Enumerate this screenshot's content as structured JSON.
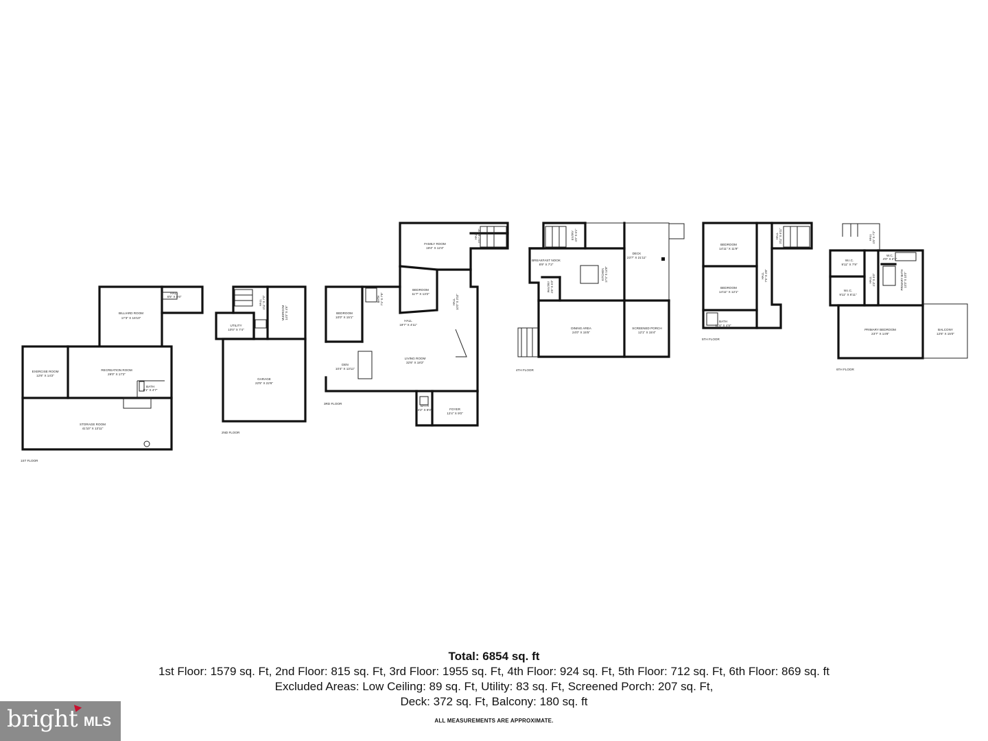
{
  "floors": {
    "f1": {
      "label": "1ST FLOOR",
      "rooms": {
        "billiard": {
          "name": "BILLIARD ROOM",
          "dim": "17'3\" X 16'10\""
        },
        "hall": {
          "name": "HALL",
          "dim": "6'5\" X 4'6\""
        },
        "exercise": {
          "name": "EXERCISE ROOM",
          "dim": "12'6\" X 14'2\""
        },
        "recreation": {
          "name": "RECREATION ROOM",
          "dim": "29'0\" X 17'2\""
        },
        "bath": {
          "name": "BATH",
          "dim": "8'1\" X 4'7\""
        },
        "storage": {
          "name": "STORAGE ROOM",
          "dim": "41'10\" X 13'11\""
        }
      }
    },
    "f2": {
      "label": "2ND FLOOR",
      "rooms": {
        "hall": {
          "name": "HALL",
          "dim": "4'11\" X 7'0\""
        },
        "mudroom": {
          "name": "MUDROOM",
          "dim": "14'0\" X 4'6\""
        },
        "utility": {
          "name": "UTILITY",
          "dim": "10'0\" X 7'4\""
        },
        "garage": {
          "name": "GARAGE",
          "dim": "22'5\" X 22'6\""
        }
      }
    },
    "f3": {
      "label": "3RD FLOOR",
      "rooms": {
        "family": {
          "name": "FAMILY ROOM",
          "dim": "19'4\" X 12'4\""
        },
        "hall_top": {
          "name": "HALL",
          "dim": "3'11\" X 5'0\""
        },
        "bedroom_a": {
          "name": "BEDROOM",
          "dim": "11'7\" X 13'2\""
        },
        "hall_side": {
          "name": "HALL",
          "dim": "10'0\" X 3'10\""
        },
        "bath_a": {
          "name": "BATH",
          "dim": "7'4\" X 7'9\""
        },
        "bedroom_b": {
          "name": "BEDROOM",
          "dim": "10'0\" X 15'1\""
        },
        "hall_mid": {
          "name": "HALL",
          "dim": "19'7\" X 4'11\""
        },
        "den": {
          "name": "DEN",
          "dim": "10'4\" X 13'11\""
        },
        "living": {
          "name": "LIVING ROOM",
          "dim": "32'6\" X 18'2\""
        },
        "bath_b": {
          "name": "BATH",
          "dim": "4'2\" X 9'0\""
        },
        "foyer": {
          "name": "FOYER",
          "dim": "12'4\" X 9'0\""
        }
      }
    },
    "f4": {
      "label": "4TH FLOOR",
      "rooms": {
        "entry": {
          "name": "ENTRY",
          "dim": "4'0\" X 6'1\""
        },
        "nook": {
          "name": "BREAKFAST NOOK",
          "dim": "8'9\" X 7'2\""
        },
        "kitchen": {
          "name": "KITCHEN",
          "dim": "17'4\" X 14'8\""
        },
        "pantry": {
          "name": "PANTRY",
          "dim": "4'6\" X 5'3\""
        },
        "deck": {
          "name": "DECK",
          "dim": "23'7\" X 21'11\""
        },
        "dining": {
          "name": "DINING AREA",
          "dim": "24'0\" X 15'5\""
        },
        "porch": {
          "name": "SCREENED PORCH",
          "dim": "12'1\" X 15'4\""
        }
      }
    },
    "f5": {
      "label": "5TH FLOOR",
      "rooms": {
        "bedroom_a": {
          "name": "BEDROOM",
          "dim": "14'11\" X 11'9\""
        },
        "hall_top": {
          "name": "HALL",
          "dim": "3'11\" X 6'11\""
        },
        "bedroom_b": {
          "name": "BEDROOM",
          "dim": "14'11\" X 12'1\""
        },
        "hall_mid": {
          "name": "HALL",
          "dim": "7'6\" X 3'8\""
        },
        "bath": {
          "name": "BATH",
          "dim": "11'6\" X 4'9\""
        }
      }
    },
    "f6": {
      "label": "6TH FLOOR",
      "rooms": {
        "hall_top": {
          "name": "HALL",
          "dim": "4'5\" X 7'2\""
        },
        "wic_a": {
          "name": "W.I.C.",
          "dim": "9'11\" X 7'9\""
        },
        "wc": {
          "name": "W.C.",
          "dim": "4'0\" X 2'7\""
        },
        "primary_bath": {
          "name": "PRIMARY BATH",
          "dim": "13'3\" X 10'0\""
        },
        "hall": {
          "name": "HALL",
          "dim": "4'3\" X 5'0\""
        },
        "wic_b": {
          "name": "W.I.C.",
          "dim": "9'11\" X 6'11\""
        },
        "primary_bedroom": {
          "name": "PRIMARY BEDROOM",
          "dim": "23'7\" X 14'8\""
        },
        "balcony": {
          "name": "BALCONY",
          "dim": "12'6\" X 15'0\""
        }
      }
    }
  },
  "summary": {
    "total": "Total: 6854 sq. ft",
    "line1": "1st Floor: 1579 sq. Ft, 2nd Floor: 815 sq. Ft, 3rd Floor: 1955 sq. Ft, 4th Floor: 924 sq. Ft, 5th Floor: 712 sq. Ft, 6th Floor: 869 sq. ft",
    "line2": "Excluded Areas: Low Ceiling: 89 sq. Ft, Utility: 83 sq. Ft, Screened Porch: 207 sq. Ft,",
    "line3": "Deck: 372 sq. Ft, Balcony: 180 sq. ft"
  },
  "disclaimer": "ALL MEASUREMENTS ARE APPROXIMATE.",
  "logo": {
    "brand": "bright",
    "suffix": "MLS",
    "background": "#8b8b8b",
    "accent": "#c8102e"
  }
}
